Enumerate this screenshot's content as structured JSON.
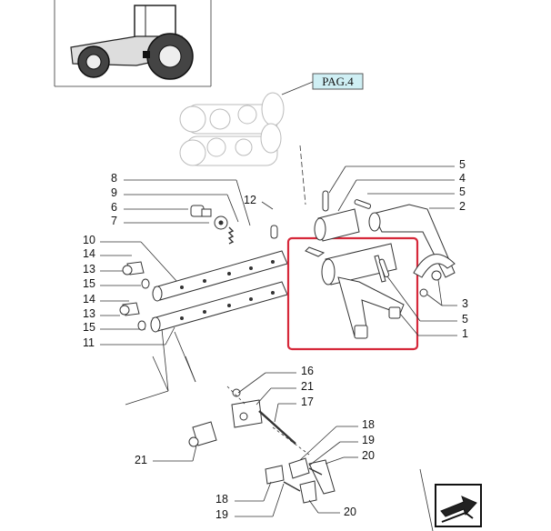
{
  "page_ref": "PAG.4",
  "colors": {
    "highlight": "#d6283a",
    "page_ref_bg": "#cfeff4",
    "page_ref_border": "#5a5a5a"
  },
  "icons": [
    "tractor-thumbnail",
    "next-page-arrow-icon"
  ],
  "callouts": {
    "n8": "8",
    "n9": "9",
    "n6": "6",
    "n7": "7",
    "n12": "12",
    "n10": "10",
    "n14a": "14",
    "n13a": "13",
    "n15a": "15",
    "n14b": "14",
    "n13b": "13",
    "n15b": "15",
    "n11": "11",
    "n5a": "5",
    "n4": "4",
    "n5b": "5",
    "n2": "2",
    "n3": "3",
    "n5c": "5",
    "n1": "1",
    "n16": "16",
    "n21a": "21",
    "n17": "17",
    "n21b": "21",
    "n18a": "18",
    "n19a": "19",
    "n20a": "20",
    "n18b": "18",
    "n19b": "19",
    "n20b": "20"
  }
}
